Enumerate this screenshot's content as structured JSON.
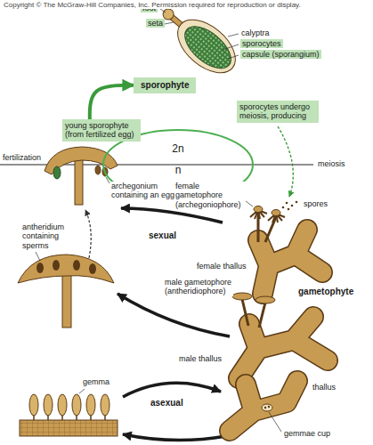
{
  "diagram": {
    "nodes": [
      {
        "text": [
          "foot"
        ]
      },
      {
        "text": [
          "seta"
        ]
      },
      {
        "text": [
          "sporocytes"
        ]
      },
      {
        "text": [
          "capsule (sporangium)"
        ]
      },
      {
        "text": [
          "sporophyte"
        ]
      },
      {
        "text": [
          "sporocytes undergo meiosis, producing"
        ]
      },
      {
        "text": [
          "young sporophyte (from fertilized egg)"
        ]
      },
      {
        "text": [
          "2n",
          "n"
        ]
      }
    ],
    "edges": [
      {
        "from": 6,
        "to": 4,
        "arrow": "to"
      }
    ],
    "labels": [
      "Copyright © The McGraw-Hill Companies, Inc. Permission required for reproduction or display.",
      "calyptra",
      "fertilization",
      "meiosis",
      "spores",
      "archegonium containing an egg",
      "female gametophore (archegoniophore)",
      "sexual",
      "female thallus",
      "gametophyte",
      "antheridium containing sperms",
      "male gametophore (antheridiophore)",
      "male thallus",
      "gemma",
      "thallus",
      "gemmae cup",
      "asexual"
    ]
  }
}
